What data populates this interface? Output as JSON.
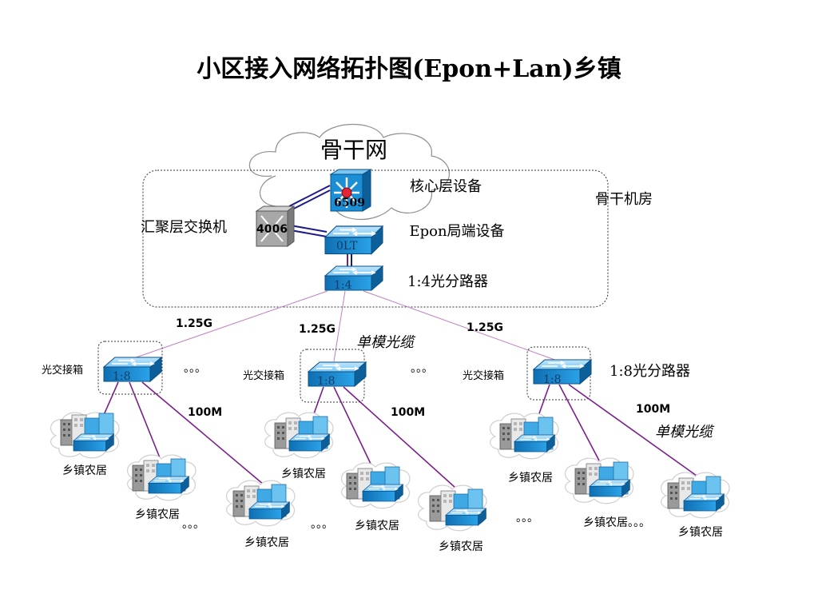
{
  "title": "小区接入网络拓扑图(Epon+Lan)乡镇",
  "cloud_label": "骨干网",
  "room_label": "骨干机房",
  "core": {
    "label": "核心层设备",
    "device": "6509"
  },
  "aggregation": {
    "label": "汇聚层交换机",
    "device": "4006"
  },
  "olt": {
    "label": "Epon局端设备",
    "device": "0LT"
  },
  "splitter_main": {
    "label": "1:4光分路器",
    "ratio": "1:4"
  },
  "links": {
    "left": "1.25G",
    "middle": "1.25G",
    "right": "1.25G"
  },
  "cable_label": "单模光缆",
  "cable_label_2": "单模光缆",
  "splitter_8_label": "1:8光分路器",
  "boxes": [
    {
      "label": "光交接箱",
      "ratio": "1:8",
      "speed": "100M"
    },
    {
      "label": "光交接箱",
      "ratio": "1:8",
      "speed": "100M"
    },
    {
      "label": "光交接箱",
      "ratio": "1:8",
      "speed": "100M"
    }
  ],
  "ellipsis": "。。。",
  "residence": "乡镇农居",
  "residence_dots": "乡镇农居。。。",
  "colors": {
    "switch_blue": "#1a8fd6",
    "link_purple": "#7b1f8c",
    "trunk_navy": "#1a1a8c",
    "link_pink": "#c080c0"
  }
}
